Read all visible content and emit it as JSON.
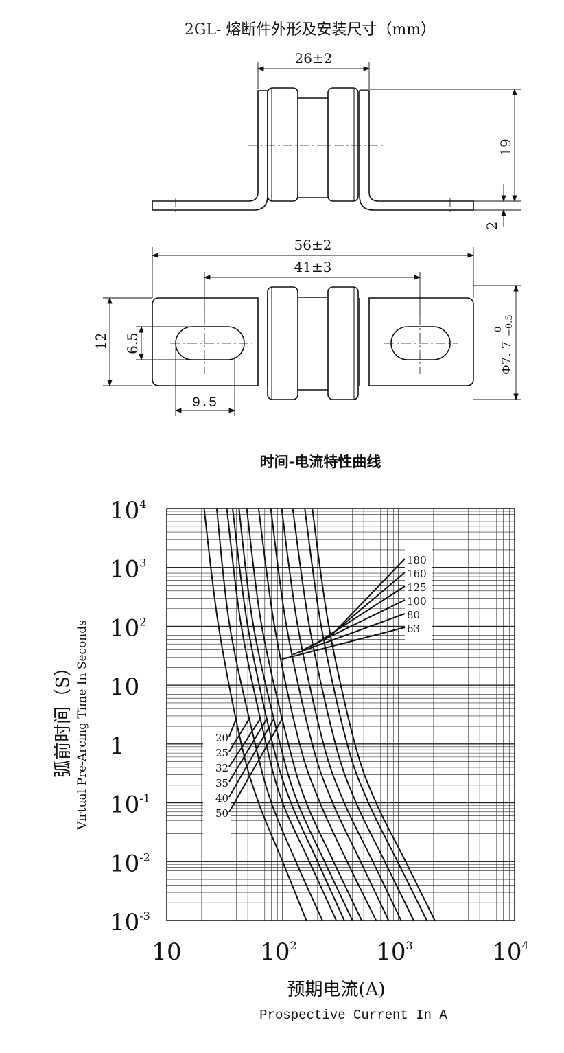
{
  "drawing": {
    "title": "2GL- 熔断件外形及安装尺寸（mm）",
    "dims": {
      "side_width": "26±2",
      "height": "19",
      "tab_thickness": "2",
      "overall_length": "56±2",
      "hole_pitch": "41±3",
      "tab_width": "12",
      "slot_width": "6.5",
      "slot_length": "9.5",
      "diameter_main": "Φ7. 7",
      "diameter_sup": "0",
      "diameter_sub": "−0.5"
    }
  },
  "chart_data": {
    "type": "line",
    "title": "时间-电流特性曲线",
    "xscale": "log",
    "yscale": "log",
    "xlim": [
      10,
      10000
    ],
    "ylim": [
      0.001,
      10000
    ],
    "x_ticks": [
      "10",
      "10^2",
      "10^3",
      "10^4"
    ],
    "y_ticks": [
      "10^4",
      "10^3",
      "10^2",
      "10",
      "1",
      "10^-1",
      "10^-2",
      "10^-3"
    ],
    "xlabel": "预期电流(A)",
    "xlabel_en": "Prospective Current In A",
    "ylabel": "弧前时间（S）",
    "ylabel_en": "Virtual Pre-Arcing Time In Seconds",
    "series": [
      {
        "name": "20",
        "points": [
          [
            21,
            10000
          ],
          [
            28,
            100
          ],
          [
            44,
            1
          ],
          [
            62,
            0.1
          ],
          [
            100,
            0.01
          ],
          [
            160,
            0.001
          ]
        ]
      },
      {
        "name": "25",
        "points": [
          [
            27,
            10000
          ],
          [
            35,
            100
          ],
          [
            58,
            1
          ],
          [
            80,
            0.1
          ],
          [
            130,
            0.01
          ],
          [
            220,
            0.001
          ]
        ]
      },
      {
        "name": "32",
        "points": [
          [
            33,
            10000
          ],
          [
            44,
            100
          ],
          [
            72,
            1
          ],
          [
            100,
            0.1
          ],
          [
            170,
            0.01
          ],
          [
            290,
            0.001
          ]
        ]
      },
      {
        "name": "35",
        "points": [
          [
            37,
            10000
          ],
          [
            50,
            100
          ],
          [
            82,
            1
          ],
          [
            118,
            0.1
          ],
          [
            200,
            0.01
          ],
          [
            340,
            0.001
          ]
        ]
      },
      {
        "name": "40",
        "points": [
          [
            42,
            10000
          ],
          [
            56,
            100
          ],
          [
            95,
            1
          ],
          [
            135,
            0.1
          ],
          [
            230,
            0.01
          ],
          [
            400,
            0.001
          ]
        ]
      },
      {
        "name": "50",
        "points": [
          [
            49,
            10000
          ],
          [
            66,
            100
          ],
          [
            112,
            1
          ],
          [
            160,
            0.1
          ],
          [
            275,
            0.01
          ],
          [
            480,
            0.001
          ]
        ]
      },
      {
        "name": "63",
        "points": [
          [
            62,
            10000
          ],
          [
            85,
            100
          ],
          [
            140,
            1
          ],
          [
            210,
            0.1
          ],
          [
            360,
            0.01
          ],
          [
            640,
            0.001
          ]
        ]
      },
      {
        "name": "80",
        "points": [
          [
            79,
            10000
          ],
          [
            108,
            100
          ],
          [
            180,
            1
          ],
          [
            270,
            0.1
          ],
          [
            470,
            0.01
          ],
          [
            820,
            0.001
          ]
        ]
      },
      {
        "name": "100",
        "points": [
          [
            98,
            10000
          ],
          [
            135,
            100
          ],
          [
            225,
            1
          ],
          [
            340,
            0.1
          ],
          [
            600,
            0.01
          ],
          [
            1050,
            0.001
          ]
        ]
      },
      {
        "name": "125",
        "points": [
          [
            122,
            10000
          ],
          [
            170,
            100
          ],
          [
            285,
            1
          ],
          [
            430,
            0.1
          ],
          [
            760,
            0.01
          ],
          [
            1350,
            0.001
          ]
        ]
      },
      {
        "name": "160",
        "points": [
          [
            155,
            10000
          ],
          [
            215,
            100
          ],
          [
            360,
            1
          ],
          [
            550,
            0.1
          ],
          [
            980,
            0.01
          ],
          [
            1750,
            0.001
          ]
        ]
      },
      {
        "name": "180",
        "points": [
          [
            180,
            10000
          ],
          [
            250,
            100
          ],
          [
            420,
            1
          ],
          [
            640,
            0.1
          ],
          [
            1150,
            0.01
          ],
          [
            2050,
            0.001
          ]
        ]
      }
    ],
    "legend_right": [
      "180",
      "160",
      "125",
      "100",
      "80",
      "63"
    ],
    "legend_left": [
      "20",
      "25",
      "32",
      "35",
      "40",
      "50"
    ],
    "grid": true
  }
}
